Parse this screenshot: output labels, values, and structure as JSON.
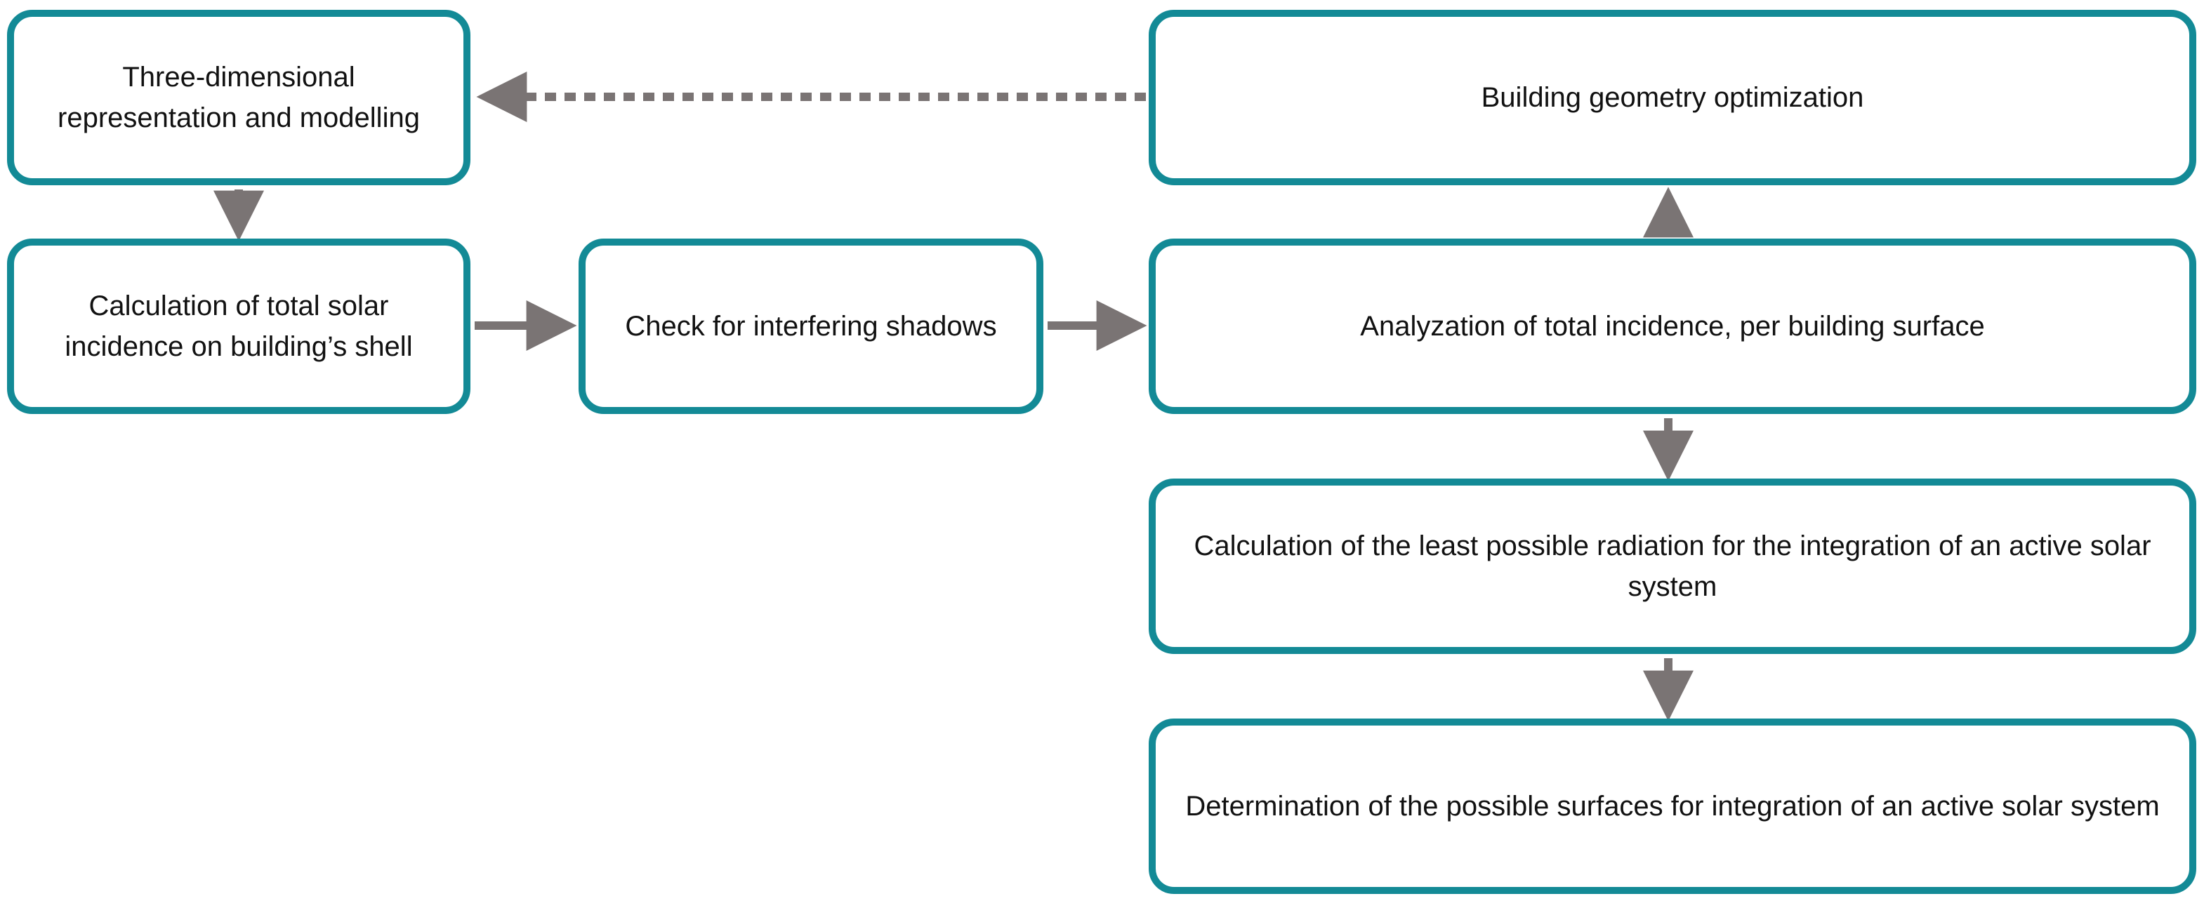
{
  "colors": {
    "node_border": "#138a96",
    "arrow": "#7a7474",
    "text": "#111111",
    "background": "#ffffff"
  },
  "nodes": {
    "three_d": "Three-dimensional representation and modelling",
    "calc_total": "Calculation of total solar incidence on building’s shell",
    "check_shadows": "Check for interfering shadows",
    "geometry_opt": "Building geometry optimization",
    "analyze": "Analyzation of total incidence, per building surface",
    "least_radiation": "Calculation of the least possible radiation for the integration of an active solar system",
    "determine": "Determination of the possible surfaces for integration of an active solar system"
  },
  "edges": [
    {
      "from": "three_d",
      "to": "calc_total",
      "style": "solid"
    },
    {
      "from": "calc_total",
      "to": "check_shadows",
      "style": "solid"
    },
    {
      "from": "check_shadows",
      "to": "analyze",
      "style": "solid"
    },
    {
      "from": "analyze",
      "to": "geometry_opt",
      "style": "dashed"
    },
    {
      "from": "geometry_opt",
      "to": "three_d",
      "style": "dashed"
    },
    {
      "from": "analyze",
      "to": "least_radiation",
      "style": "solid"
    },
    {
      "from": "least_radiation",
      "to": "determine",
      "style": "solid"
    }
  ]
}
